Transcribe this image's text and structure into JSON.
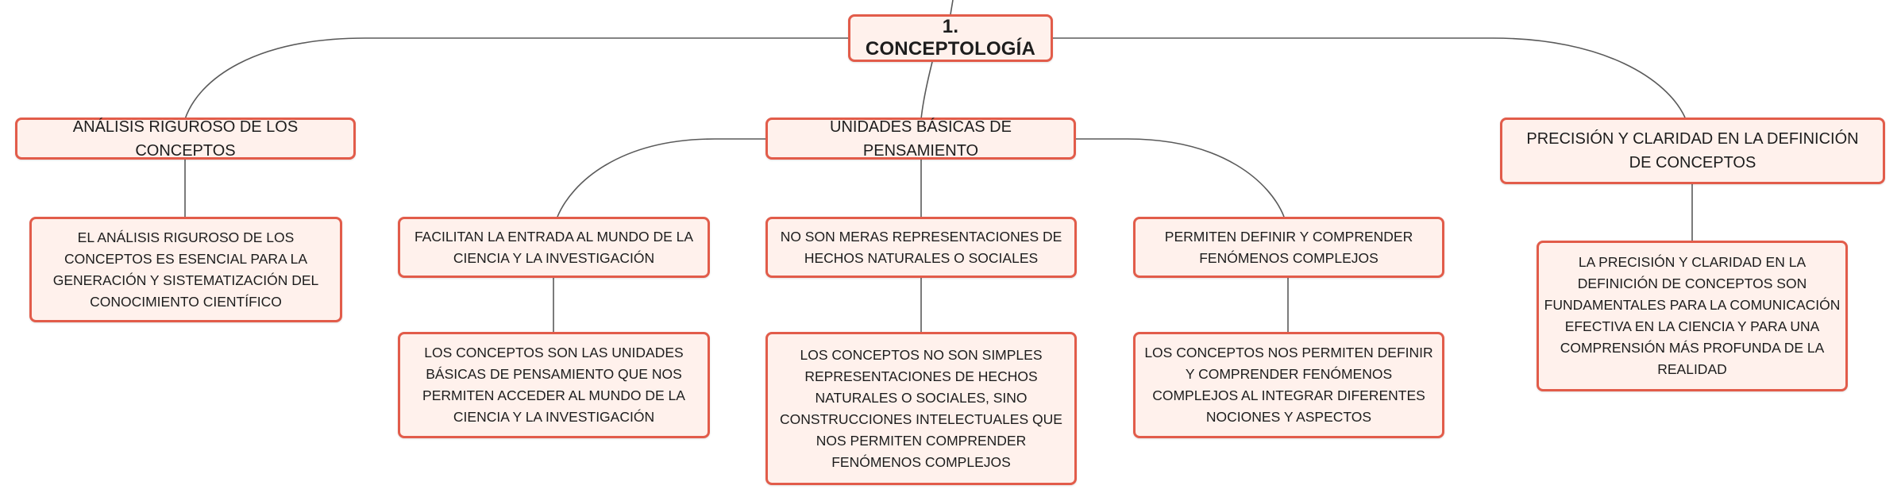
{
  "root": {
    "label": "1. CONCEPTOLOGÍA"
  },
  "branches": {
    "analisis": {
      "label": "ANÁLISIS RIGUROSO DE LOS CONCEPTOS",
      "detail": "EL ANÁLISIS RIGUROSO DE LOS CONCEPTOS ES ESENCIAL PARA LA GENERACIÓN Y SISTEMATIZACIÓN DEL CONOCIMIENTO CIENTÍFICO"
    },
    "unidades": {
      "label": "UNIDADES BÁSICAS DE PENSAMIENTO",
      "children": [
        {
          "label": "FACILITAN LA ENTRADA AL MUNDO DE LA CIENCIA Y LA INVESTIGACIÓN",
          "detail": "LOS CONCEPTOS SON LAS UNIDADES BÁSICAS DE PENSAMIENTO QUE NOS PERMITEN ACCEDER AL MUNDO DE LA CIENCIA Y LA INVESTIGACIÓN"
        },
        {
          "label": "NO SON MERAS REPRESENTACIONES DE HECHOS NATURALES O SOCIALES",
          "detail": "LOS CONCEPTOS NO SON SIMPLES REPRESENTACIONES DE HECHOS NATURALES O SOCIALES, SINO CONSTRUCCIONES INTELECTUALES QUE NOS PERMITEN COMPRENDER FENÓMENOS COMPLEJOS"
        },
        {
          "label": "PERMITEN DEFINIR Y COMPRENDER FENÓMENOS COMPLEJOS",
          "detail": "LOS CONCEPTOS NOS PERMITEN DEFINIR Y COMPRENDER FENÓMENOS COMPLEJOS AL INTEGRAR DIFERENTES NOCIONES Y ASPECTOS"
        }
      ]
    },
    "precision": {
      "label": "PRECISIÓN Y CLARIDAD EN LA DEFINICIÓN DE CONCEPTOS",
      "detail": "LA PRECISIÓN Y CLARIDAD EN LA DEFINICIÓN DE CONCEPTOS SON FUNDAMENTALES PARA LA COMUNICACIÓN EFECTIVA EN LA CIENCIA Y PARA UNA COMPRENSIÓN MÁS PROFUNDA DE LA REALIDAD"
    }
  },
  "colors": {
    "node_border": "#e25c4a",
    "node_fill": "#fff1ec",
    "connector": "#5a5a5a",
    "text": "#1d1d1d"
  }
}
